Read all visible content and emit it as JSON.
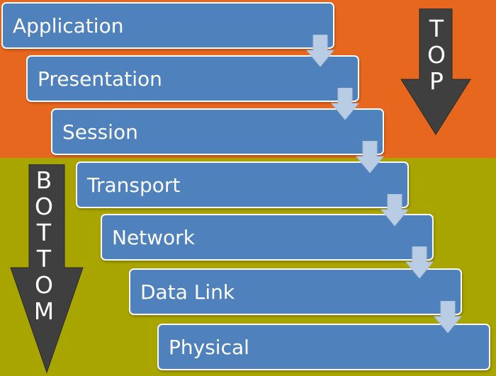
{
  "colors": {
    "top_band": "#e8671e",
    "bottom_band": "#a8a400",
    "layer_fill": "#4f81bd",
    "step_arrow": "#b8cce4",
    "direction_arrow": "#3f3f3f"
  },
  "layers": [
    {
      "label": "Application"
    },
    {
      "label": "Presentation"
    },
    {
      "label": "Session"
    },
    {
      "label": "Transport"
    },
    {
      "label": "Network"
    },
    {
      "label": "Data Link"
    },
    {
      "label": "Physical"
    }
  ],
  "direction_arrows": {
    "top": {
      "letters": [
        "T",
        "O",
        "P"
      ],
      "icon": "down-arrow-icon"
    },
    "bottom": {
      "letters": [
        "B",
        "O",
        "T",
        "T",
        "O",
        "M"
      ],
      "icon": "down-arrow-icon"
    }
  }
}
